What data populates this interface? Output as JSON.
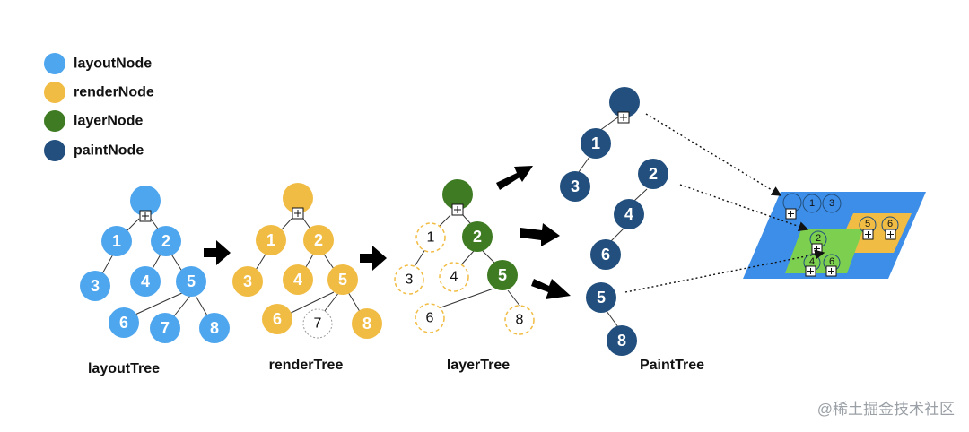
{
  "colors": {
    "layout": "#4ea6ee",
    "render": "#f1bc43",
    "layer": "#3e7b22",
    "paint": "#224f7d",
    "composite_bg": "#3d8ee8",
    "composite_green": "#7dd04f",
    "composite_orange": "#f1bc43"
  },
  "legend": [
    {
      "label": "layoutNode",
      "color_key": "layout"
    },
    {
      "label": "renderNode",
      "color_key": "render"
    },
    {
      "label": "layerNode",
      "color_key": "layer"
    },
    {
      "label": "paintNode",
      "color_key": "paint"
    }
  ],
  "trees": {
    "layout": {
      "title": "layoutTree",
      "labels": [
        "1",
        "2",
        "3",
        "4",
        "5",
        "6",
        "7",
        "8"
      ]
    },
    "render": {
      "title": "renderTree",
      "labels": [
        "1",
        "2",
        "3",
        "4",
        "5",
        "6",
        "7",
        "8"
      ]
    },
    "layer": {
      "title": "layerTree",
      "labels": [
        "1",
        "2",
        "3",
        "4",
        "5",
        "6",
        "8"
      ]
    },
    "paint": {
      "title": "PaintTree",
      "labels": [
        "1",
        "3",
        "2",
        "4",
        "6",
        "5",
        "8"
      ]
    }
  },
  "composite_labels": [
    "1",
    "3",
    "5",
    "6",
    "2",
    "4",
    "6"
  ],
  "icons": [
    "layer-box-icon",
    "right-arrow-icon",
    "dotted-arrow-icon"
  ],
  "watermark": "@稀土掘金技术社区"
}
